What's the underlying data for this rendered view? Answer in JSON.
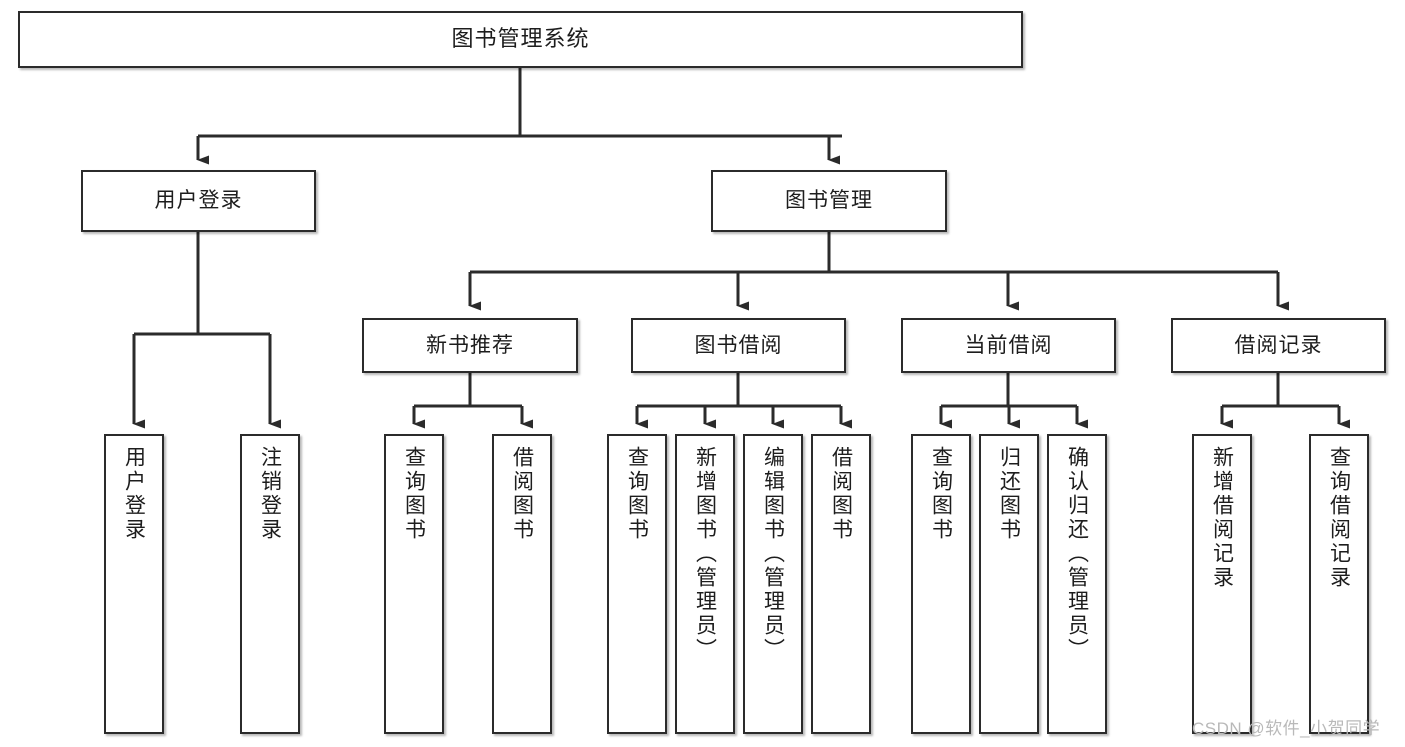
{
  "diagram": {
    "title": "图书管理系统",
    "type": "tree-hierarchy",
    "root": {
      "id": "root",
      "label": "图书管理系统"
    },
    "level2": [
      {
        "id": "user-login",
        "label": "用户登录"
      },
      {
        "id": "book-manage",
        "label": "图书管理"
      }
    ],
    "level3": [
      {
        "id": "new-book-recommend",
        "label": "新书推荐",
        "parent": "book-manage"
      },
      {
        "id": "book-borrow",
        "label": "图书借阅",
        "parent": "book-manage"
      },
      {
        "id": "current-borrow",
        "label": "当前借阅",
        "parent": "book-manage"
      },
      {
        "id": "borrow-record",
        "label": "借阅记录",
        "parent": "book-manage"
      }
    ],
    "leaves": [
      {
        "id": "leaf-user-login",
        "label": "用户登录",
        "parent": "user-login"
      },
      {
        "id": "leaf-user-logout",
        "label": "注销登录",
        "parent": "user-login"
      },
      {
        "id": "leaf-query-book-1",
        "label": "查询图书",
        "parent": "new-book-recommend"
      },
      {
        "id": "leaf-borrow-book-1",
        "label": "借阅图书",
        "parent": "new-book-recommend"
      },
      {
        "id": "leaf-query-book-2",
        "label": "查询图书",
        "parent": "book-borrow"
      },
      {
        "id": "leaf-add-book",
        "label": "新增图书（管理员）",
        "parent": "book-borrow"
      },
      {
        "id": "leaf-edit-book",
        "label": "编辑图书（管理员）",
        "parent": "book-borrow"
      },
      {
        "id": "leaf-borrow-book-2",
        "label": "借阅图书",
        "parent": "book-borrow"
      },
      {
        "id": "leaf-query-book-3",
        "label": "查询图书",
        "parent": "current-borrow"
      },
      {
        "id": "leaf-return-book",
        "label": "归还图书",
        "parent": "current-borrow"
      },
      {
        "id": "leaf-confirm-return",
        "label": "确认归还（管理员）",
        "parent": "current-borrow"
      },
      {
        "id": "leaf-add-record",
        "label": "新增借阅记录",
        "parent": "borrow-record"
      },
      {
        "id": "leaf-query-record",
        "label": "查询借阅记录",
        "parent": "borrow-record"
      }
    ]
  },
  "watermark": {
    "text": "CSDN @软件_小贺同学"
  },
  "colors": {
    "box_border": "#2b2b2b",
    "box_fill": "#ffffff",
    "connector": "#2b2b2b",
    "text": "#1d1d1d",
    "watermark": "#b9b9b9",
    "background": "#ffffff"
  }
}
